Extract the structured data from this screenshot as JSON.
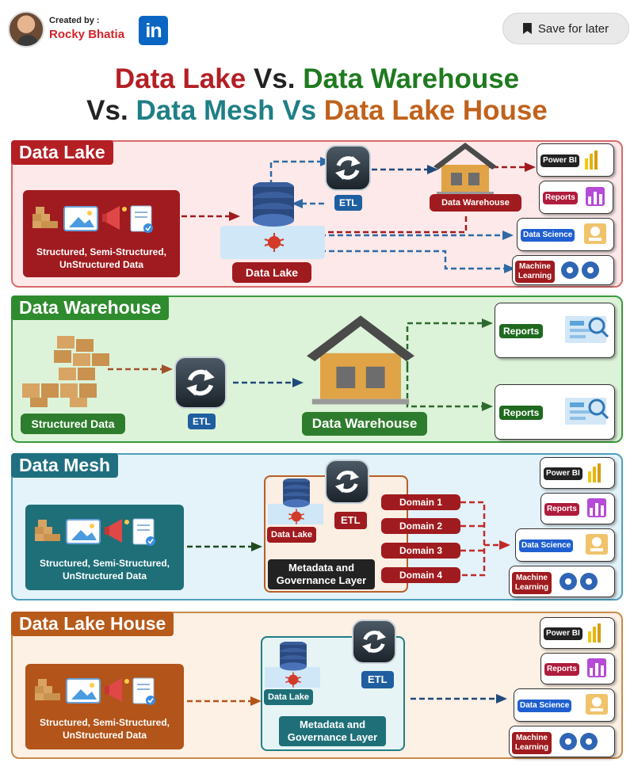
{
  "header": {
    "created_by": "Created by :",
    "author": "Rocky Bhatia",
    "linkedin_glyph": "in",
    "save_label": "Save for later"
  },
  "title": {
    "line1": {
      "a": "Data Lake",
      "b": " Vs. ",
      "c": "Data Warehouse"
    },
    "line2": {
      "a": "Vs. ",
      "b": "Data Mesh",
      "c": " Vs ",
      "d": "Data Lake House"
    }
  },
  "colors": {
    "lake": "#b41f24",
    "warehouse": "#1f7a1f",
    "mesh": "#1f7f86",
    "lakehouse": "#c0621c"
  },
  "data_lake": {
    "label": "Data Lake",
    "sources": "Structured, Semi-Structured, UnStructured Data",
    "etl": "ETL",
    "warehouse": "Data Warehouse",
    "lake": "Data Lake",
    "outputs": [
      "Power BI",
      "Reports",
      "Data Science",
      "Machine Learning"
    ]
  },
  "data_warehouse": {
    "label": "Data Warehouse",
    "sources": "Structured Data",
    "etl": "ETL",
    "warehouse": "Data Warehouse",
    "outputs": [
      "Reports",
      "Reports"
    ]
  },
  "data_mesh": {
    "label": "Data Mesh",
    "sources": "Structured, Semi-Structured, UnStructured Data",
    "lake": "Data Lake",
    "etl": "ETL",
    "governance": "Metadata and Governance Layer",
    "domains": [
      "Domain 1",
      "Domain 2",
      "Domain 3",
      "Domain 4"
    ],
    "outputs": [
      "Power BI",
      "Reports",
      "Data Science",
      "Machine Learning"
    ]
  },
  "data_lake_house": {
    "label": "Data Lake House",
    "sources": "Structured, Semi-Structured, UnStructured Data",
    "lake": "Data Lake",
    "etl": "ETL",
    "governance": "Metadata and Governance Layer",
    "outputs": [
      "Power BI",
      "Reports",
      "Data Science",
      "Machine Learning"
    ]
  }
}
